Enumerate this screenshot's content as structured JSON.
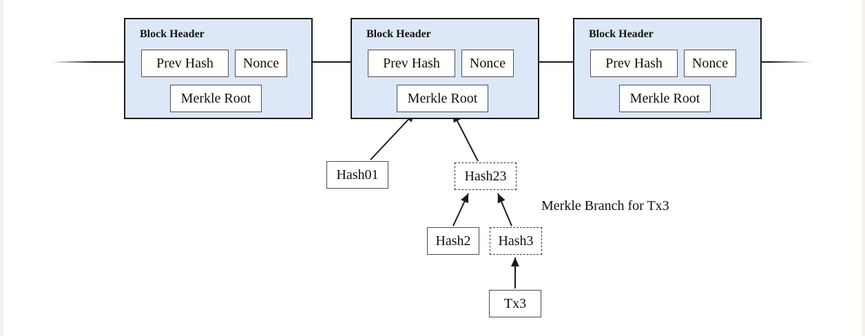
{
  "diagram": {
    "blocks": [
      {
        "title": "Block Header",
        "prev_hash": "Prev Hash",
        "nonce": "Nonce",
        "merkle_root": "Merkle Root"
      },
      {
        "title": "Block Header",
        "prev_hash": "Prev Hash",
        "nonce": "Nonce",
        "merkle_root": "Merkle Root"
      },
      {
        "title": "Block Header",
        "prev_hash": "Prev Hash",
        "nonce": "Nonce",
        "merkle_root": "Merkle Root"
      }
    ],
    "tree": {
      "hash01": "Hash01",
      "hash23": "Hash23",
      "hash2": "Hash2",
      "hash3": "Hash3",
      "tx3": "Tx3",
      "branch_label": "Merkle Branch for Tx3"
    },
    "colors": {
      "block_fill": "#dce7f8",
      "block_border": "#1a1a1a",
      "inner_box_border": "#4f4f4f",
      "arrow_line": "#1a1a1a",
      "page_edge": "#f4f1ea",
      "background": "#ffffff"
    }
  }
}
